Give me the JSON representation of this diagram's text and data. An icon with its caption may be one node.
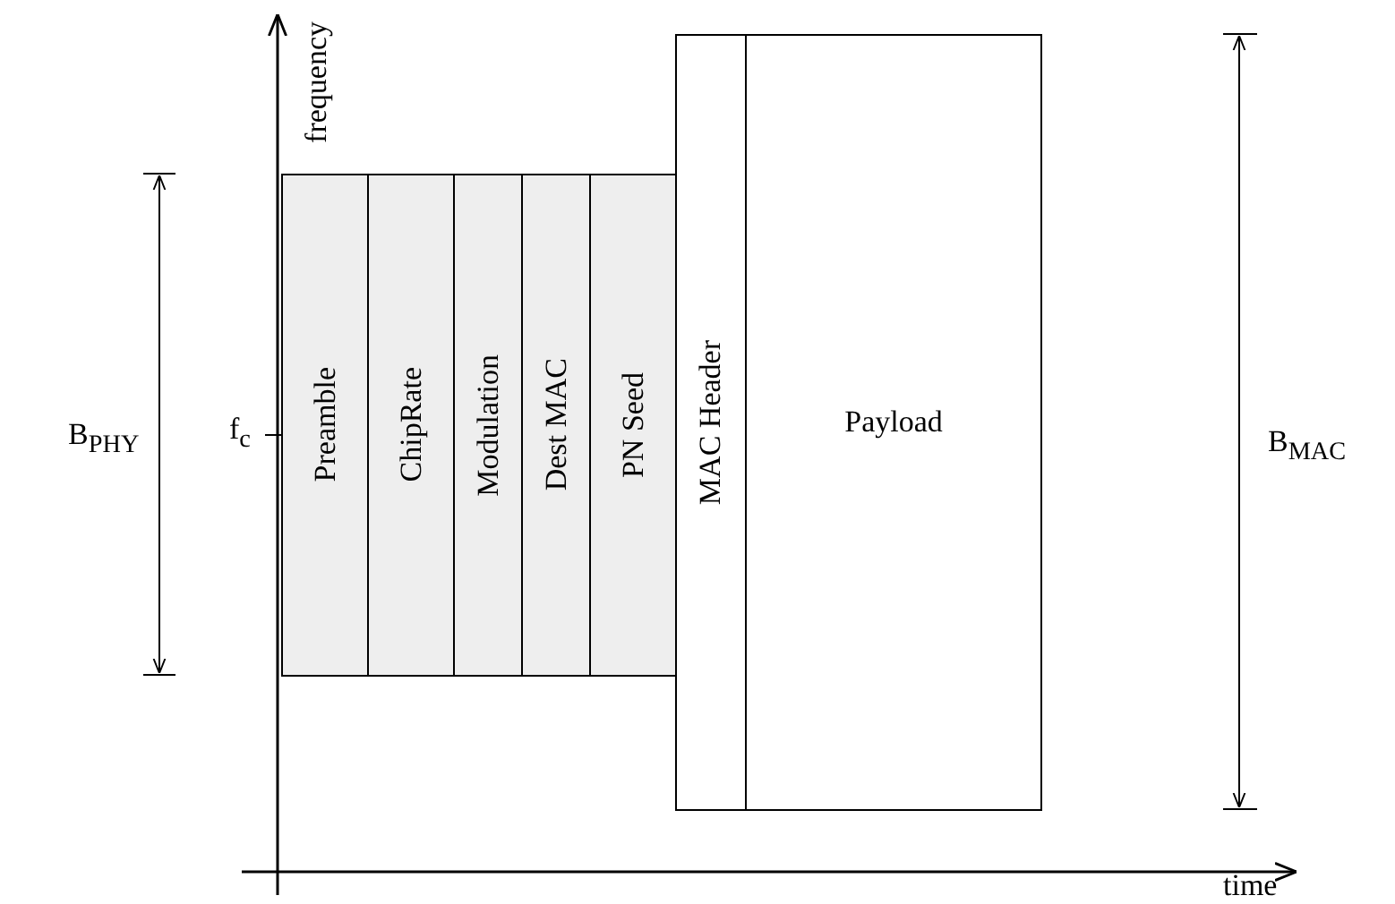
{
  "diagram": {
    "nodes": [
      {
        "text": [
          "Preamble"
        ]
      },
      {
        "text": [
          "ChipRate"
        ]
      },
      {
        "text": [
          "Modulation"
        ]
      },
      {
        "text": [
          "Dest MAC"
        ]
      },
      {
        "text": [
          "PN Seed"
        ]
      },
      {
        "text": [
          "MAC Header"
        ]
      },
      {
        "text": [
          "Payload"
        ]
      }
    ],
    "edges": [],
    "labels": [
      "frequency",
      "B$_{PHY}$",
      "f$_{c}$",
      "B$_{MAC}$",
      "time"
    ]
  }
}
